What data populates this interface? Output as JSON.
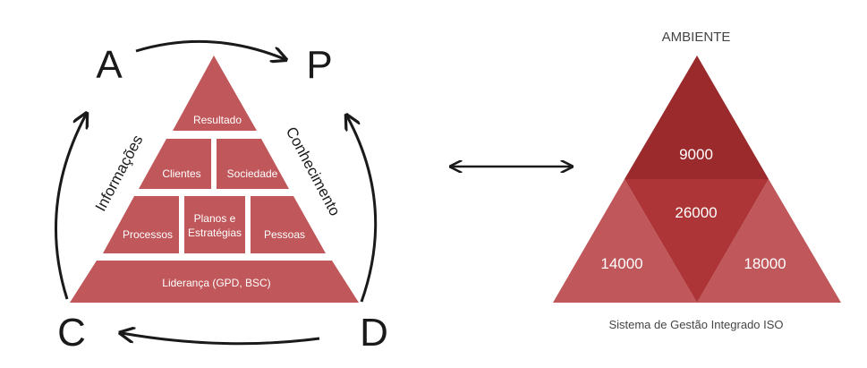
{
  "pdca": {
    "a": "A",
    "p": "P",
    "c": "C",
    "d": "D"
  },
  "left_pyramid": {
    "color": "#c0575a",
    "side_left": "Informações",
    "side_right": "Conhecimento",
    "top": "Resultado",
    "row2": [
      "Clientes",
      "Sociedade"
    ],
    "row3": [
      "Processos",
      "Planos e",
      "Estratégias",
      "Pessoas"
    ],
    "base": "Liderança (GPD, BSC)"
  },
  "right_pyramid": {
    "title": "AMBIENTE",
    "top": "9000",
    "center": "26000",
    "left": "14000",
    "right": "18000",
    "caption": "Sistema de Gestão Integrado ISO",
    "colors": {
      "top": "#9b2a2c",
      "center": "#ad3537",
      "sides": "#c0575a"
    }
  }
}
